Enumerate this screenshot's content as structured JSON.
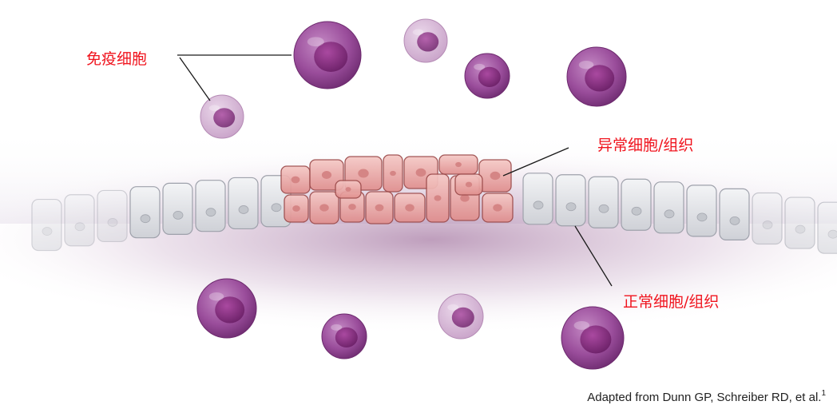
{
  "labels": {
    "immune": "免疫细胞",
    "abnormal": "异常细胞/组织",
    "normal": "正常细胞/组织"
  },
  "credit": {
    "text": "Adapted from Dunn GP, Schreiber RD, et al.",
    "sup": "1"
  },
  "colors": {
    "label": "#f0141e",
    "immune_cell": "#8e3b8f",
    "normal_cell": "#dfe0e4",
    "abnormal_cell": "#e9a2a0",
    "tissue_glow": "#a0619a"
  }
}
